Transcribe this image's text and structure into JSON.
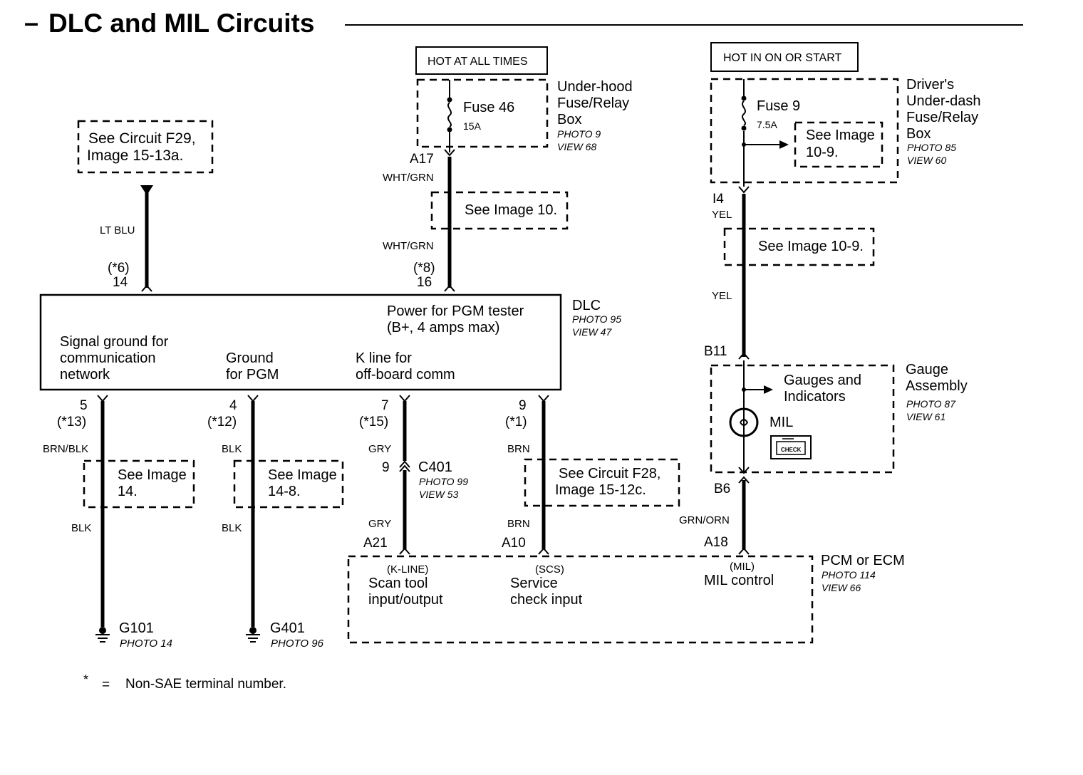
{
  "title": "DLC and MIL Circuits",
  "title_dash": "–",
  "footnote": {
    "star": "*",
    "equals": "=",
    "text": "Non-SAE terminal number."
  },
  "top_refs": {
    "f29": [
      "See Circuit F29,",
      "Image 15-13a."
    ],
    "img10": "See Image 10.",
    "img109_wire": "See Image 10-9."
  },
  "power_sources": {
    "hot_all_times": "HOT AT ALL TIMES",
    "hot_on_start": "HOT IN ON OR START",
    "fuse46": {
      "name": "Fuse 46",
      "rating": "15A"
    },
    "fuse9": {
      "name": "Fuse 9",
      "rating": "7.5A"
    },
    "fuse9_ref": [
      "See Image",
      "10-9."
    ],
    "underhood_box": {
      "lines": [
        "Under-hood",
        "Fuse/Relay",
        "Box"
      ],
      "photo": "PHOTO 9",
      "view": "VIEW 68"
    },
    "underdash_box": {
      "lines": [
        "Driver's",
        "Under-dash",
        "Fuse/Relay",
        "Box"
      ],
      "photo": "PHOTO 85",
      "view": "VIEW 60"
    }
  },
  "wires": {
    "lt_blu": "LT BLU",
    "wht_grn": "WHT/GRN",
    "yel": "YEL",
    "brn_blk": "BRN/BLK",
    "blk": "BLK",
    "gry": "GRY",
    "brn": "BRN",
    "grn_orn": "GRN/ORN"
  },
  "terminals": {
    "a17": "A17",
    "i4": "I4",
    "t6": "(*6)",
    "t14": "14",
    "t8": "(*8)",
    "t16": "16",
    "b11": "B11",
    "b6": "B6",
    "t5": "5",
    "t13": "(*13)",
    "t4": "4",
    "t12": "(*12)",
    "t7": "7",
    "t15": "(*15)",
    "t9": "9",
    "t1": "(*1)",
    "c9": "9",
    "a21": "A21",
    "a10": "A10",
    "a18": "A18"
  },
  "dlc": {
    "name": "DLC",
    "photo": "PHOTO 95",
    "view": "VIEW 47",
    "power": [
      "Power for PGM tester",
      "(B+, 4 amps max)"
    ],
    "signal_ground": [
      "Signal ground for",
      "communication",
      "network"
    ],
    "ground_pgm": [
      "Ground",
      "for PGM"
    ],
    "k_line": [
      "K line for",
      "off-board comm"
    ]
  },
  "gauge": {
    "lines": [
      "Gauge",
      "Assembly"
    ],
    "photo": "PHOTO 87",
    "view": "VIEW 61",
    "indicators": [
      "Gauges and",
      "Indicators"
    ],
    "mil": "MIL",
    "check": "CHECK"
  },
  "connector": {
    "name": "C401",
    "photo": "PHOTO 99",
    "view": "VIEW 53"
  },
  "bottom_refs": {
    "img14": [
      "See Image",
      "14."
    ],
    "img148": [
      "See Image",
      "14-8."
    ],
    "f28": [
      "See Circuit F28,",
      "Image 15-12c."
    ]
  },
  "grounds": {
    "g101": {
      "name": "G101",
      "photo": "PHOTO 14"
    },
    "g401": {
      "name": "G401",
      "photo": "PHOTO 96"
    }
  },
  "pcm": {
    "name": "PCM or ECM",
    "photo": "PHOTO 114",
    "view": "VIEW 66",
    "kline_tag": "(K-LINE)",
    "kline": [
      "Scan tool",
      "input/output"
    ],
    "scs_tag": "(SCS)",
    "scs": [
      "Service",
      "check input"
    ],
    "mil_tag": "(MIL)",
    "mil": "MIL control"
  }
}
